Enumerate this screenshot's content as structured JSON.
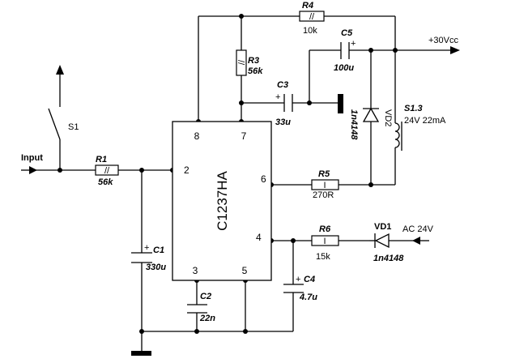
{
  "ic": {
    "label": "C1237HA",
    "pins": {
      "p2": "2",
      "p3": "3",
      "p4": "4",
      "p5": "5",
      "p6": "6",
      "p7": "7",
      "p8": "8"
    }
  },
  "terminals": {
    "input": "Input",
    "vcc": "+30Vcc",
    "ac": "AC 24V"
  },
  "switch": {
    "name": "S1"
  },
  "resistors": {
    "r1": {
      "name": "R1",
      "value": "56k",
      "mark": "//"
    },
    "r3": {
      "name": "R3",
      "value": "56k",
      "mark": "//"
    },
    "r4": {
      "name": "R4",
      "value": "10k",
      "mark": "//"
    },
    "r5": {
      "name": "R5",
      "value": "270R",
      "mark": "I"
    },
    "r6": {
      "name": "R6",
      "value": "15k",
      "mark": "I"
    }
  },
  "capacitors": {
    "c1": {
      "name": "C1",
      "value": "330u",
      "polarity": "+"
    },
    "c2": {
      "name": "C2",
      "value": "22n"
    },
    "c3": {
      "name": "C3",
      "value": "33u",
      "polarity": "+"
    },
    "c4": {
      "name": "C4",
      "value": "4.7u",
      "polarity": "+"
    },
    "c5": {
      "name": "C5",
      "value": "100u",
      "polarity": "+"
    }
  },
  "diodes": {
    "vd1": {
      "name": "VD1",
      "value": "1n4148"
    },
    "vd2": {
      "name": "VD2",
      "value": "1n4148"
    }
  },
  "relay": {
    "name": "S1.3",
    "spec": "24V  22mA"
  }
}
